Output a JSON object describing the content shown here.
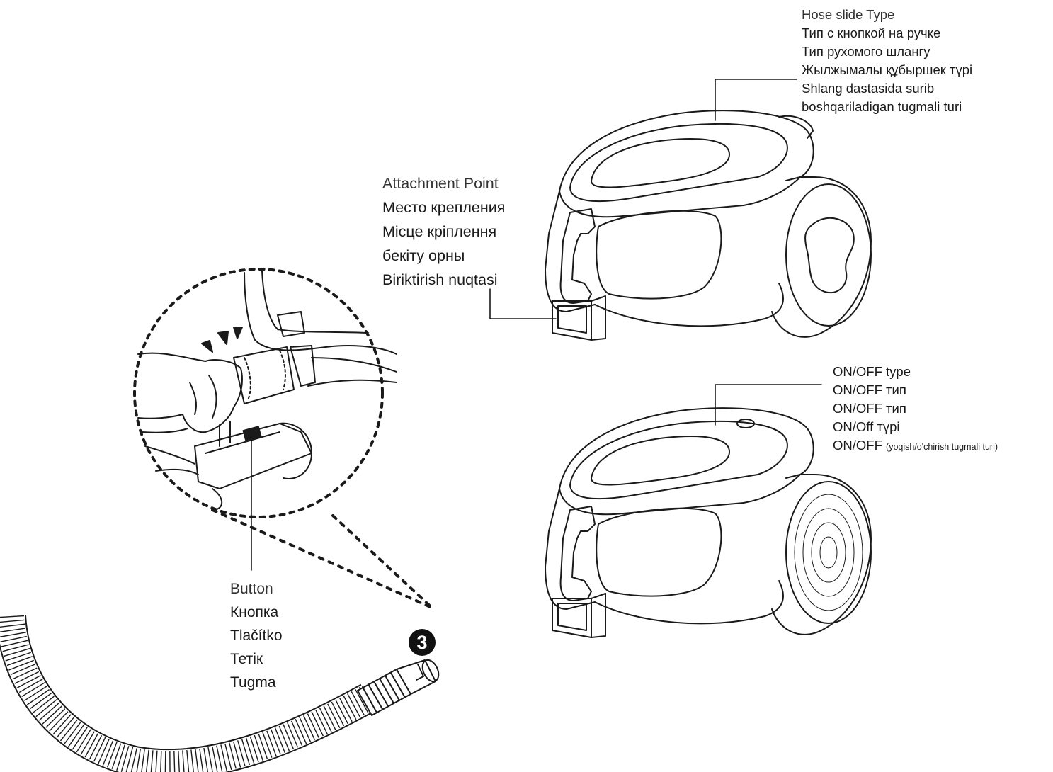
{
  "labels": {
    "hose_slide": [
      "Hose slide Type",
      "Тип с кнопкой на ручке",
      "Тип рухомого шлангу",
      "Жылжымалы құбыршек түрі",
      "Shlang dastasida surib",
      "boshqariladigan tugmali turi"
    ],
    "attachment_point": [
      "Attachment Point",
      "Место крепления",
      "Місце кріплення",
      "бекіту орны",
      "Biriktirish nuqtasi"
    ],
    "on_off": [
      "ON/OFF type",
      "ON/OFF тип",
      "ON/OFF тип",
      "ON/Off түрі",
      "ON/OFF"
    ],
    "on_off_suffix": "(yoqish/o'chirish tugmali turi)",
    "button": [
      "Button",
      "Кнопка",
      "Tlačítko",
      "Тетік",
      "Tugma"
    ]
  },
  "step_number": "3",
  "colors": {
    "line": "#1a1a1a",
    "background": "#ffffff"
  },
  "icons": [
    "vacuum-cleaner-hose-slide-icon",
    "vacuum-cleaner-on-off-icon",
    "hose-icon",
    "hand-icon",
    "dotted-zoom-circle-icon"
  ]
}
